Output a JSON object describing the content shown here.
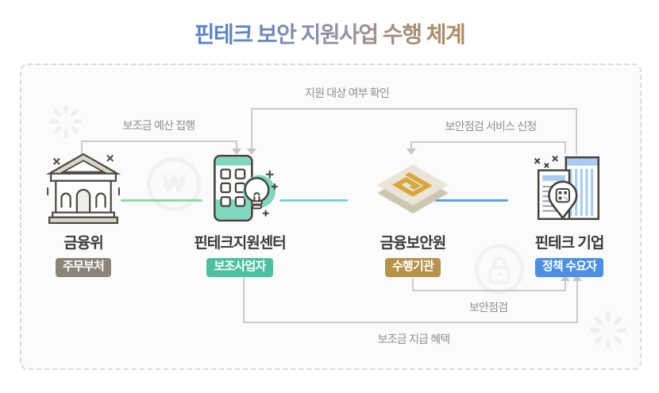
{
  "title": "핀테크 보안 지원사업 수행 체계",
  "entities": [
    {
      "name": "금융위",
      "badge": "주무부처",
      "badge_color": "#8B8577",
      "icon": "bank-icon"
    },
    {
      "name": "핀테크지원센터",
      "badge": "보조사업자",
      "badge_color": "#4DC0A1",
      "icon": "building-lightbulb-icon"
    },
    {
      "name": "금융보안원",
      "badge": "수행기관",
      "badge_color": "#B6924B",
      "icon": "isometric-maze-icon"
    },
    {
      "name": "핀테크 기업",
      "badge": "정책 수요자",
      "badge_color": "#4B90E2",
      "icon": "buildings-location-pin-icon"
    }
  ],
  "flows": [
    {
      "label": "보조금 예산 집행",
      "from": "금융위",
      "to": "핀테크지원센터"
    },
    {
      "label": "지원 대상 여부 확인",
      "from": "핀테크 기업",
      "to": "핀테크지원센터"
    },
    {
      "label": "보안점검 서비스 신청",
      "from": "핀테크 기업",
      "to": "금융보안원"
    },
    {
      "label": "보안점검",
      "from": "금융보안원",
      "to": "핀테크 기업"
    },
    {
      "label": "보조금 지급 혜택",
      "from": "핀테크지원센터",
      "to": "핀테크 기업"
    }
  ],
  "watermarks": {
    "won_symbol": "₩"
  },
  "colors": {
    "title_blue": "#3F7BD5",
    "title_gray": "#9A92A2",
    "title_gold": "#B38D3F",
    "arrow_gray": "#C6C6C6",
    "connector_green": "#8BD9A9",
    "connector_teal": "#82D0CB",
    "connector_blue": "#5E9FDC"
  }
}
